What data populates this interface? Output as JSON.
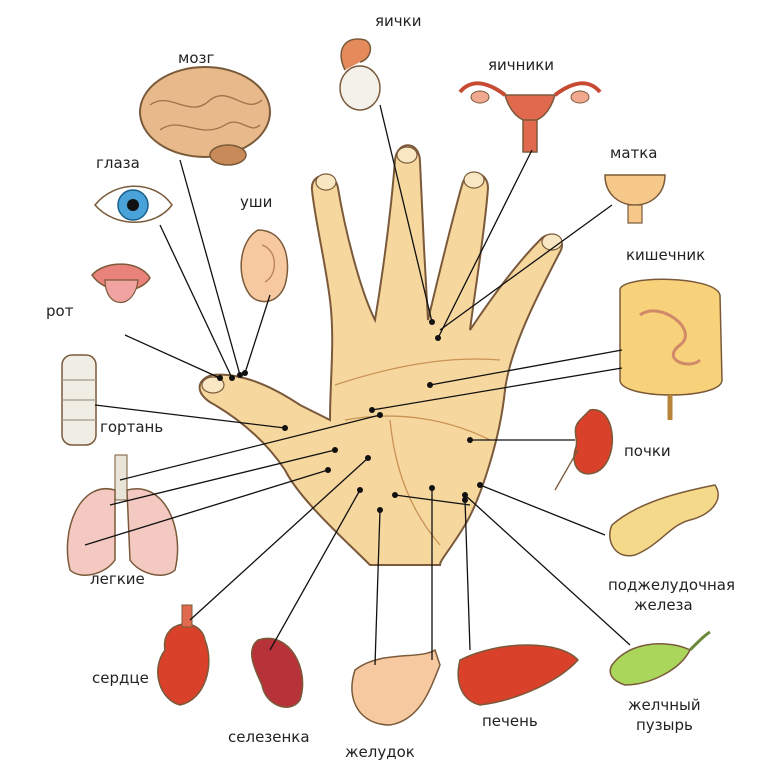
{
  "labels": {
    "brain": "мозг",
    "testicles": "яички",
    "ovaries": "яичники",
    "uterus": "матка",
    "eyes": "глаза",
    "ears": "уши",
    "mouth": "рот",
    "intestine": "кишечник",
    "larynx": "гортань",
    "kidneys": "почки",
    "lungs": "легкие",
    "pancreas_line1": "поджелудочная",
    "pancreas_line2": "железа",
    "heart": "сердце",
    "spleen": "селезенка",
    "stomach": "желудок",
    "liver": "печень",
    "gallbladder_line1": "желчный",
    "gallbladder_line2": "пузырь"
  },
  "colors": {
    "skin": "#f6d79e",
    "skin_shadow": "#e8b870",
    "outline": "#7a5a3a",
    "brain": "#e8b98a",
    "organ_red": "#d9412b",
    "organ_pink": "#f3b9b6",
    "gallbladder": "#a9d65b",
    "pancreas": "#f5d98a",
    "intestine": "#f7d27a"
  }
}
